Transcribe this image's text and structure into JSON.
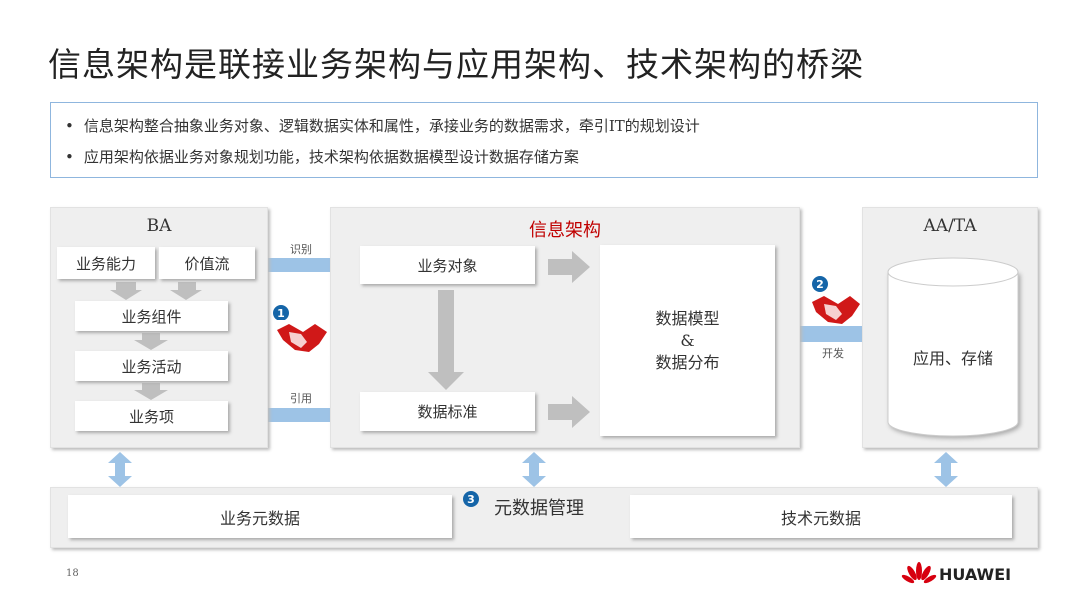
{
  "title": "信息架构是联接业务架构与应用架构、技术架构的桥梁",
  "bullets": [
    "信息架构整合抽象业务对象、逻辑数据实体和属性，承接业务的数据需求，牵引IT的规划设计",
    "应用架构依据业务对象规划功能，技术架构依据数据模型设计数据存储方案"
  ],
  "ba": {
    "title": "BA",
    "capability": "业务能力",
    "value_stream": "价值流",
    "component": "业务组件",
    "activity": "业务活动",
    "item": "业务项"
  },
  "ia": {
    "title": "信息架构",
    "business_object": "业务对象",
    "data_standard": "数据标准",
    "data_model": "数据模型",
    "ampersand": "&",
    "data_distribution": "数据分布"
  },
  "aata": {
    "title": "AA/TA",
    "storage": "应用、存储"
  },
  "arrows": {
    "identify": "识别",
    "reference": "引用",
    "develop": "开发"
  },
  "badges": [
    "1",
    "2",
    "3"
  ],
  "metadata": {
    "title": "元数据管理",
    "business": "业务元数据",
    "technical": "技术元数据"
  },
  "footer": {
    "page": "18",
    "brand": "HUAWEI"
  },
  "colors": {
    "accent_red": "#c00000",
    "arrow_blue": "#9dc3e6",
    "badge_blue": "#1565a8"
  }
}
